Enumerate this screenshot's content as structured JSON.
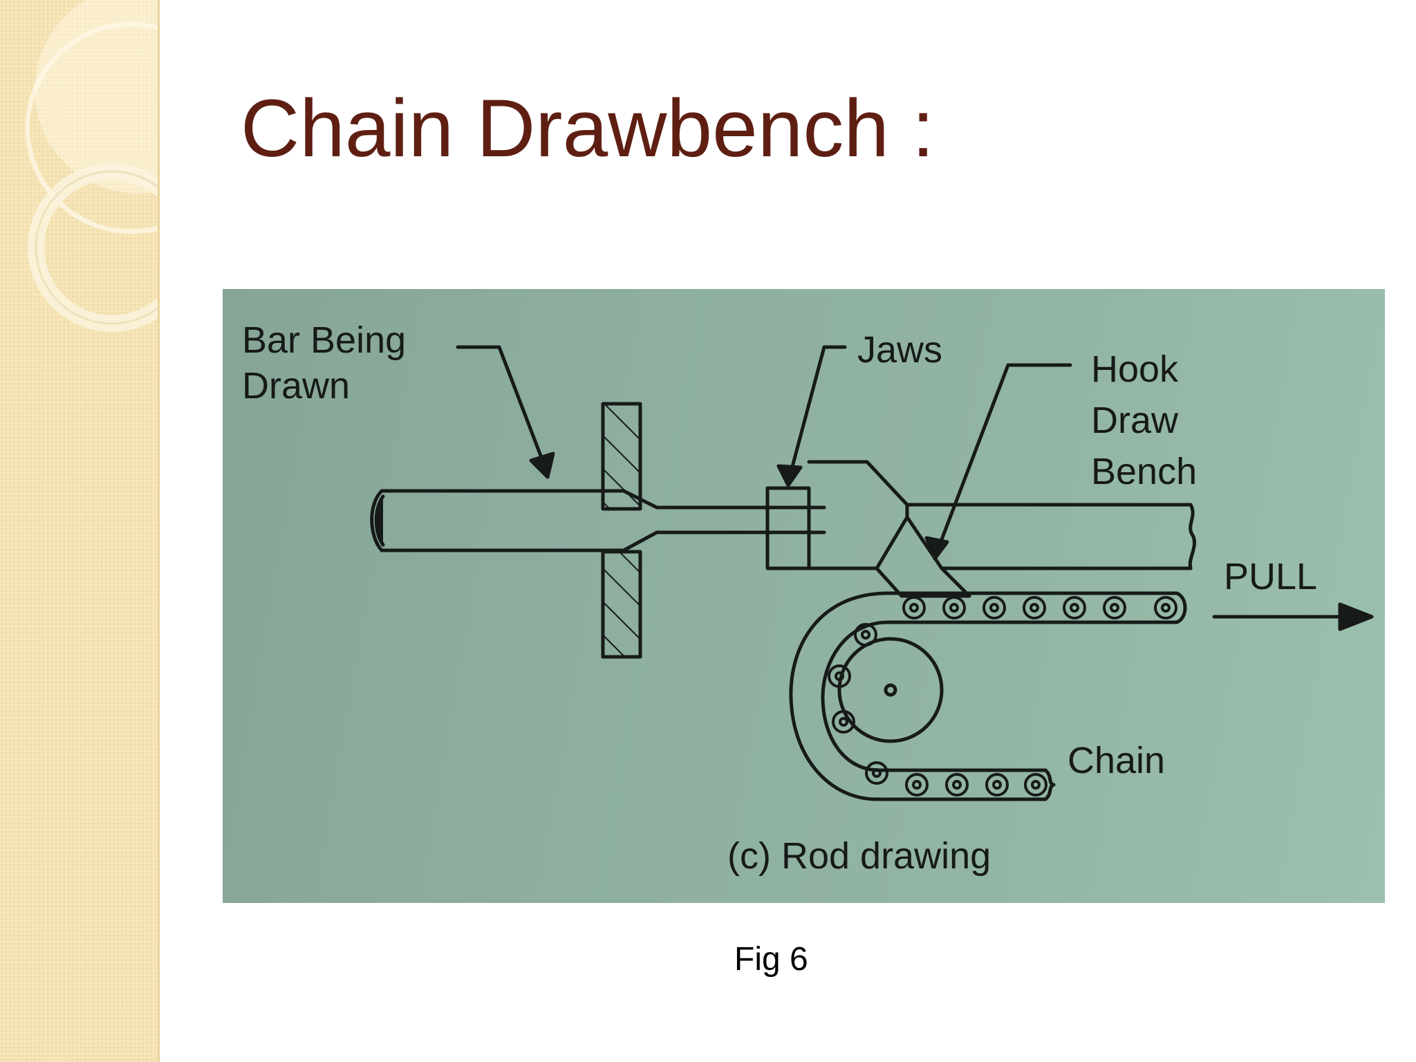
{
  "slide": {
    "title": "Chain Drawbench :",
    "figure_number": "Fig 6"
  },
  "figure": {
    "labels": {
      "bar_line1": "Bar Being",
      "bar_line2": "Drawn",
      "jaws": "Jaws",
      "hook_line1": "Hook",
      "hook_line2": "Draw",
      "hook_line3": "Bench",
      "pull": "PULL",
      "chain": "Chain"
    },
    "caption": "(c) Rod drawing"
  },
  "colors": {
    "title": "#5e1f12",
    "side_band": "#f6e5b8",
    "photo_background": "#8fb0a0",
    "ink": "#161a18"
  }
}
